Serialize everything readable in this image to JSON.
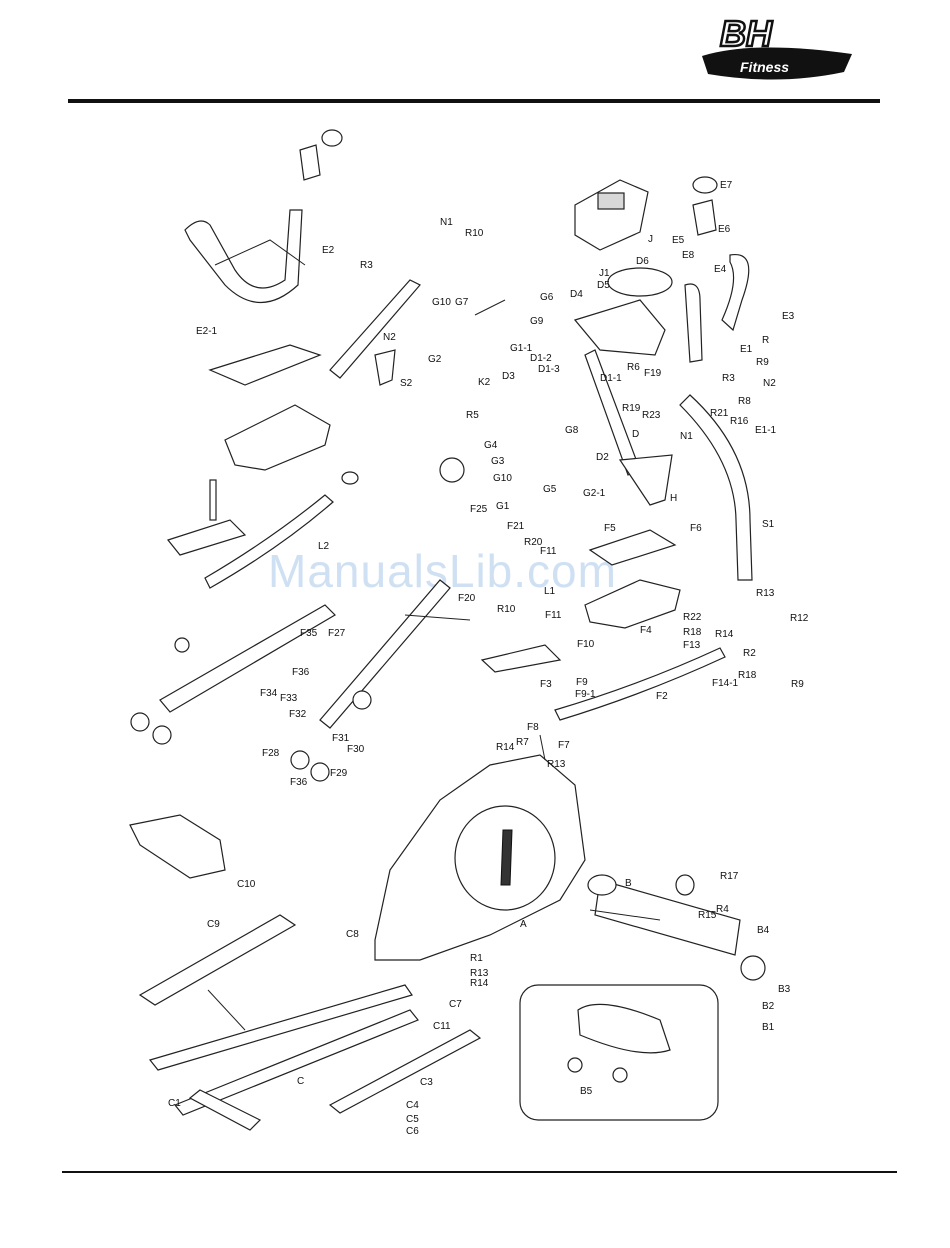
{
  "brand": {
    "logo_text": "BH",
    "sub_text": "Fitness"
  },
  "watermark": "ManualsLib.com",
  "labels": [
    "E2",
    "E2-1",
    "R3",
    "N1",
    "R10",
    "N2",
    "S2",
    "G10",
    "G7",
    "G6",
    "G9",
    "G2",
    "G1-1",
    "D1-2",
    "D1-3",
    "D1-1",
    "D3",
    "K2",
    "R5",
    "G8",
    "G4",
    "G3",
    "G10",
    "G5",
    "G1",
    "G2-1",
    "D2",
    "D",
    "H",
    "J",
    "J1",
    "D6",
    "D5",
    "D4",
    "E7",
    "E6",
    "E5",
    "E8",
    "E4",
    "E3",
    "R",
    "E1",
    "R9",
    "R3",
    "N2",
    "R6",
    "F19",
    "R19",
    "R23",
    "N1",
    "R21",
    "R8",
    "R16",
    "E1-1",
    "S1",
    "L2",
    "F25",
    "F21",
    "R20",
    "F11",
    "L1",
    "F5",
    "F6",
    "R13",
    "R12",
    "F20",
    "R10",
    "F11",
    "R22",
    "R18",
    "R14",
    "F13",
    "F4",
    "F10",
    "R2",
    "R18",
    "F14-1",
    "R9",
    "F35",
    "F27",
    "F36",
    "F34",
    "F33",
    "F32",
    "F3",
    "F9",
    "F9-1",
    "F2",
    "F8",
    "F7",
    "F31",
    "F30",
    "F28",
    "F36",
    "F29",
    "R14",
    "R7",
    "R13",
    "C10",
    "C9",
    "C8",
    "A",
    "B",
    "R17",
    "R15",
    "R4",
    "B4",
    "B3",
    "B2",
    "B1",
    "R1",
    "R13",
    "R14",
    "C7",
    "C11",
    "C",
    "C3",
    "C1",
    "C4",
    "C5",
    "C6",
    "B5"
  ]
}
